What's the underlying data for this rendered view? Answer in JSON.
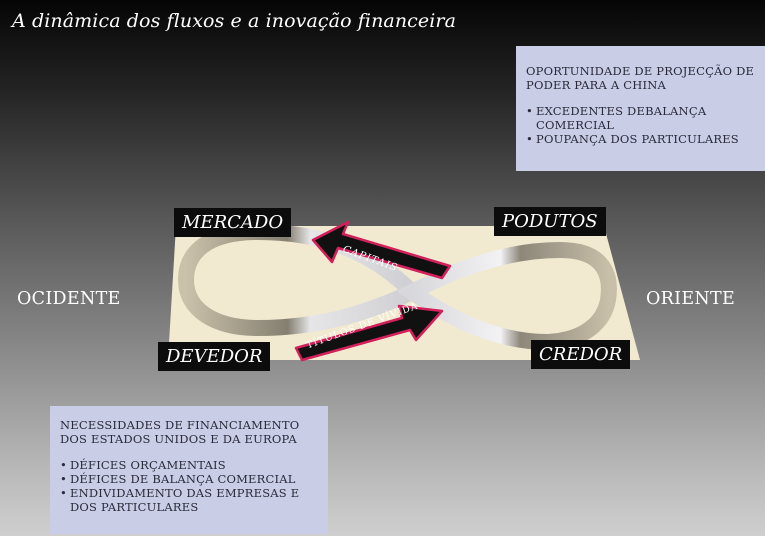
{
  "title": "A dinâmica dos fluxos e a inovação financeira",
  "china_box": {
    "heading": "OPORTUNIDADE DE PROJECÇÃO DE PODER PARA A CHINA",
    "items": [
      "EXCEDENTES DEBALANÇA COMERCIAL",
      "POUPANÇA DOS PARTICULARES"
    ]
  },
  "west_box": {
    "heading": "NECESSIDADES DE FINANCIAMENTO DOS ESTADOS UNIDOS E DA EUROPA",
    "items": [
      "DÉFICES ORÇAMENTAIS",
      "DÉFICES DE BALANÇA COMERCIAL",
      "ENDIVIDAMENTO DAS EMPRESAS E DOS PARTICULARES"
    ]
  },
  "sides": {
    "west": "OCIDENTE",
    "east": "ORIENTE"
  },
  "corners": {
    "top_left": "MERCADO",
    "top_right": "PODUTOS",
    "bottom_left": "DEVEDOR",
    "bottom_right": "CREDOR"
  },
  "arrows": {
    "top": "CAPITAIS",
    "bottom": "TÍTULOS DE VÍVIDA"
  },
  "colors": {
    "plane": "#f1ead0",
    "info_box": "#c9cde6",
    "arrow_fill": "#111111",
    "arrow_outline": "#d2205a"
  }
}
